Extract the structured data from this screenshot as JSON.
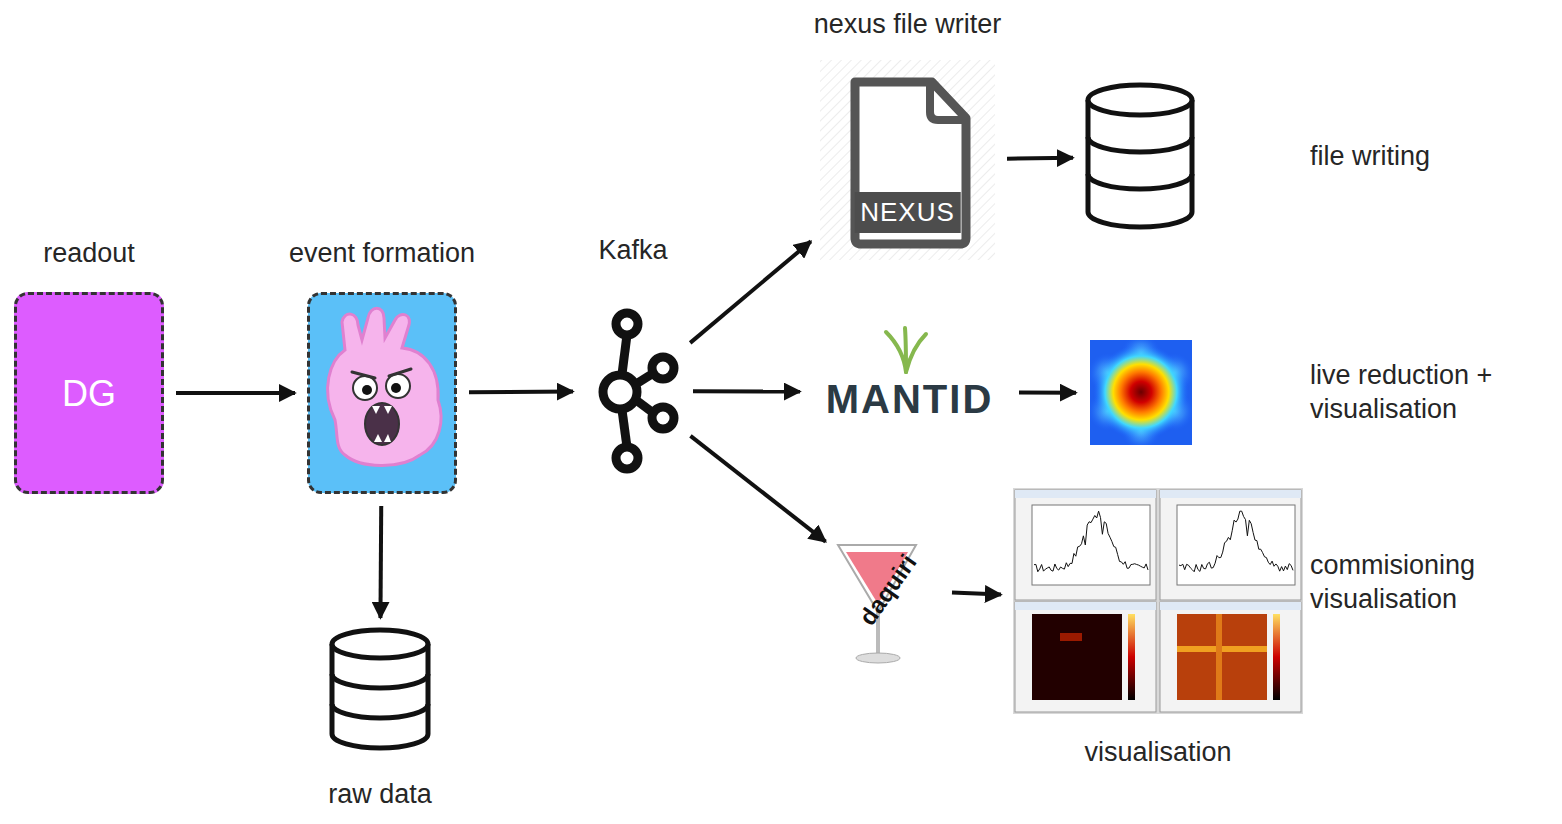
{
  "diagram": {
    "nodes": [
      {
        "text": [
          "readout",
          "DG"
        ]
      },
      {
        "text": [
          "event formation"
        ]
      },
      {
        "text": [
          "Kafka"
        ]
      },
      {
        "text": [
          "raw data"
        ]
      },
      {
        "text": [
          "nexus file writer",
          "NEXUS"
        ]
      },
      {
        "text": [
          "file writing"
        ]
      },
      {
        "text": [
          "MANTID"
        ]
      },
      {
        "text": [
          "live reduction + visualisation"
        ]
      },
      {
        "text": [
          "daquiri"
        ]
      },
      {
        "text": [
          "visualisation",
          "commisioning visualisation"
        ]
      }
    ],
    "edges": [
      {
        "from": 0,
        "to": 1,
        "arrow": "to"
      },
      {
        "from": 1,
        "to": 2,
        "arrow": "to"
      },
      {
        "from": 1,
        "to": 3,
        "arrow": "to"
      },
      {
        "from": 2,
        "to": 4,
        "arrow": "to"
      },
      {
        "from": 2,
        "to": 6,
        "arrow": "to"
      },
      {
        "from": 2,
        "to": 8,
        "arrow": "to"
      },
      {
        "from": 4,
        "to": 5,
        "arrow": "to"
      },
      {
        "from": 6,
        "to": 7,
        "arrow": "to"
      },
      {
        "from": 8,
        "to": 9,
        "arrow": "to"
      }
    ]
  }
}
